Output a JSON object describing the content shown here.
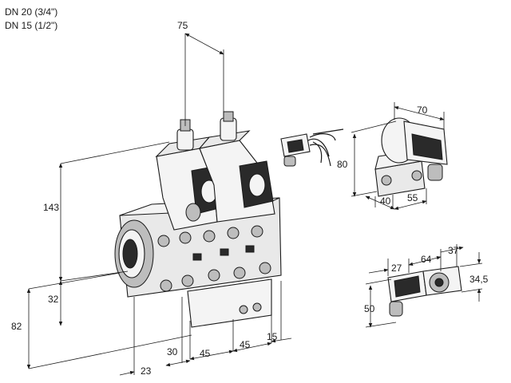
{
  "size_labels": {
    "dn20": "DN 20 (3/4\")",
    "dn15": "DN 15 (1/2\")"
  },
  "dimensions": {
    "top_spacing": "75",
    "height_total": "143",
    "height_lower": "32",
    "height_base": "82",
    "bottom_23": "23",
    "bottom_30": "30",
    "bottom_45a": "45",
    "bottom_45b": "45",
    "bottom_15": "15",
    "actuator_width": "70",
    "actuator_height": "80",
    "actuator_depth": "40",
    "actuator_offset": "55",
    "connector_27": "27",
    "connector_64": "64",
    "connector_37": "37",
    "connector_height": "34,5",
    "connector_drop": "50"
  },
  "icons": {
    "main": "double-solenoid-valve-icon",
    "cable": "cable-plug-icon",
    "actuator": "solenoid-actuator-icon",
    "connector": "plug-connector-icon"
  }
}
